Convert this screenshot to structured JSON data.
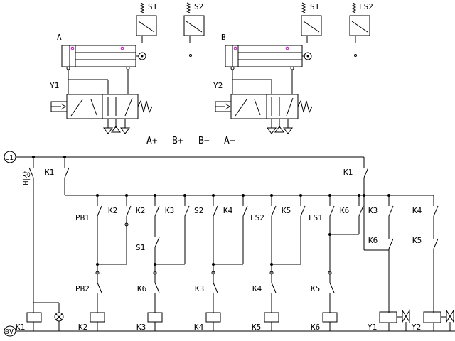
{
  "pneumatic": {
    "cyl_a": "A",
    "cyl_b": "B",
    "valve_a": "Y1",
    "valve_b": "Y2",
    "limit_a1": "S1",
    "limit_a2": "S2",
    "limit_b1": "S1",
    "limit_b2": "LS2",
    "sequence": [
      "A+",
      "B+",
      "B−",
      "A−"
    ]
  },
  "ladder": {
    "supply": "L1",
    "ground": "0V",
    "main_switch": "비상",
    "contact_k1_top_left": "K1",
    "contact_k1_top_right": "K1",
    "col_k2": {
      "c1": "PB1",
      "c2": "K2",
      "c3": "PB2",
      "coil": "K2"
    },
    "col_k3": {
      "c1": "K2",
      "c2": "K3",
      "c3": "S1",
      "c4": "K6",
      "coil": "K3"
    },
    "col_k4": {
      "c1": "S2",
      "c2": "K4",
      "c3": "K3",
      "coil": "K4"
    },
    "col_k5": {
      "c1": "LS2",
      "c2": "K5",
      "c3": "K4",
      "coil": "K5"
    },
    "col_k6": {
      "c1": "LS1",
      "c2": "K6",
      "c3": "K5",
      "coil": "K6"
    },
    "col_y1": {
      "c1": "K3",
      "c2": "K6",
      "coil": "Y1"
    },
    "col_y2": {
      "c1": "K4",
      "c2": "K5",
      "coil": "Y2"
    },
    "coil_k1": "K1"
  }
}
